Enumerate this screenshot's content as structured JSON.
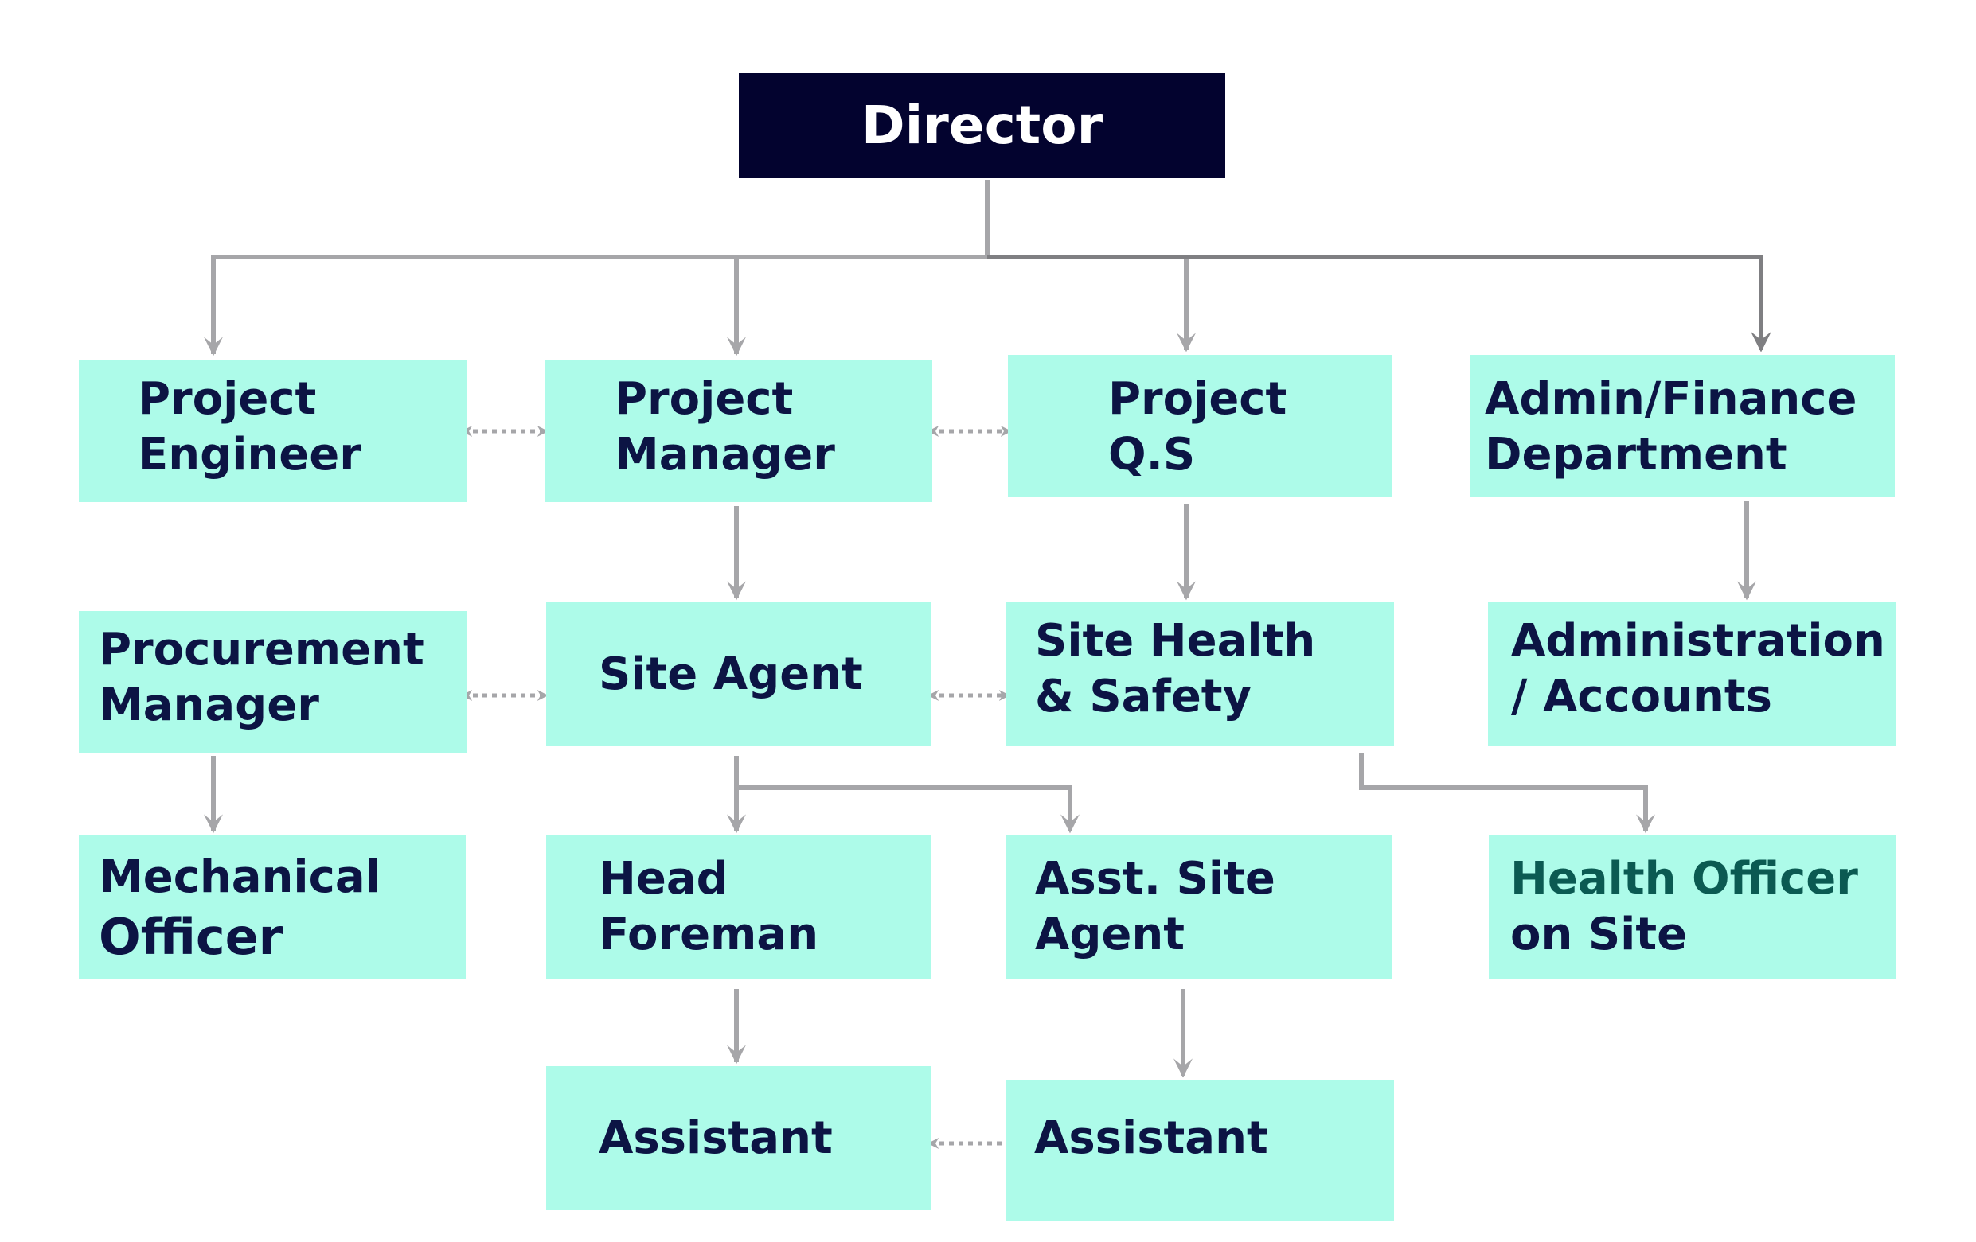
{
  "colors": {
    "box_fill": "#adfbe9",
    "director_fill": "#03032f",
    "text": "#0c1444",
    "connector": "#a6a6a9",
    "connector_dark": "#7f7f82"
  },
  "nodes": {
    "director": {
      "lines": [
        "Director"
      ]
    },
    "project_engineer": {
      "lines": [
        "Project",
        "Engineer"
      ]
    },
    "project_manager": {
      "lines": [
        "Project",
        "Manager"
      ]
    },
    "project_qs": {
      "lines": [
        "Project",
        "Q.S"
      ]
    },
    "admin_finance": {
      "lines": [
        "Admin/Finance",
        "Department"
      ]
    },
    "procurement_manager": {
      "lines": [
        "Procurement",
        "Manager"
      ]
    },
    "site_agent": {
      "lines": [
        "Site Agent"
      ]
    },
    "site_health_safety": {
      "lines": [
        "Site Health",
        "& Safety"
      ]
    },
    "administration_accounts": {
      "lines": [
        "Administration",
        "/ Accounts"
      ]
    },
    "mechanical_officer": {
      "lines": [
        "Mechanical",
        "Officer"
      ]
    },
    "head_foreman": {
      "lines": [
        "Head",
        "Foreman"
      ]
    },
    "asst_site_agent": {
      "lines": [
        "Asst. Site",
        "Agent"
      ]
    },
    "health_officer": {
      "lines": [
        "Health Officer",
        "on Site"
      ]
    },
    "assistant_left": {
      "lines": [
        "Assistant"
      ]
    },
    "assistant_right": {
      "lines": [
        "Assistant"
      ]
    }
  },
  "edges": [
    {
      "from": "director",
      "to": "project_engineer",
      "kind": "hierarchy"
    },
    {
      "from": "director",
      "to": "project_manager",
      "kind": "hierarchy"
    },
    {
      "from": "director",
      "to": "project_qs",
      "kind": "hierarchy"
    },
    {
      "from": "director",
      "to": "admin_finance",
      "kind": "hierarchy"
    },
    {
      "from": "project_manager",
      "to": "site_agent",
      "kind": "hierarchy"
    },
    {
      "from": "project_qs",
      "to": "site_health_safety",
      "kind": "hierarchy"
    },
    {
      "from": "admin_finance",
      "to": "administration_accounts",
      "kind": "hierarchy"
    },
    {
      "from": "procurement_manager",
      "to": "mechanical_officer",
      "kind": "hierarchy"
    },
    {
      "from": "site_agent",
      "to": "head_foreman",
      "kind": "hierarchy"
    },
    {
      "from": "site_agent",
      "to": "asst_site_agent",
      "kind": "hierarchy"
    },
    {
      "from": "site_health_safety",
      "to": "health_officer",
      "kind": "hierarchy"
    },
    {
      "from": "head_foreman",
      "to": "assistant_left",
      "kind": "hierarchy"
    },
    {
      "from": "asst_site_agent",
      "to": "assistant_right",
      "kind": "hierarchy"
    },
    {
      "from": "project_engineer",
      "to": "project_manager",
      "kind": "liaison"
    },
    {
      "from": "project_manager",
      "to": "project_qs",
      "kind": "liaison"
    },
    {
      "from": "procurement_manager",
      "to": "site_agent",
      "kind": "liaison"
    },
    {
      "from": "site_agent",
      "to": "site_health_safety",
      "kind": "liaison"
    },
    {
      "from": "assistant_left",
      "to": "assistant_right",
      "kind": "liaison"
    }
  ]
}
